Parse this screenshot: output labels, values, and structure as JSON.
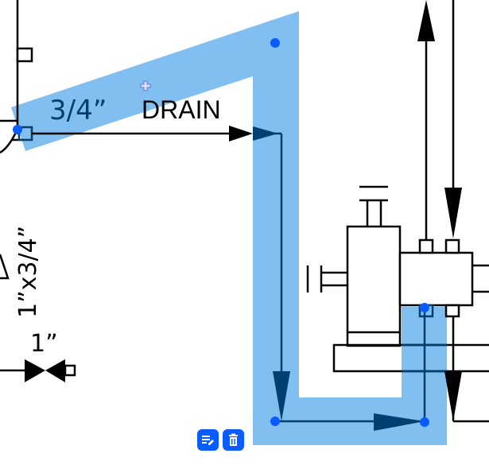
{
  "drawing": {
    "labels": {
      "drain_size": "3/4”",
      "drain_label": "DRAIN",
      "reducer_label": "1”x3/4”",
      "valve_size": "1”"
    }
  },
  "selection": {
    "highlight_color": "#80bfef",
    "handle_color": "#0a5cff",
    "selected_line_color": "#003f72"
  },
  "toolbar": {
    "edit_icon": "edit-text-icon",
    "delete_icon": "trash-icon",
    "button_color": "#0a5cff"
  }
}
